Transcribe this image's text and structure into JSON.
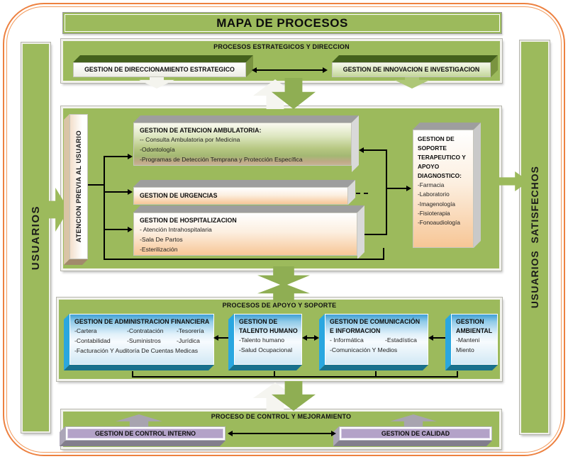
{
  "title": "MAPA DE PROCESOS",
  "left_rail": {
    "label": "USUARIOS"
  },
  "right_rail": {
    "label": "USUARIOS  SATISFECHOS"
  },
  "estrategicos": {
    "header": "PROCESOS ESTRATEGICOS Y DIRECCION",
    "direccionamiento": "GESTION DE DIRECCIONAMIENTO ESTRATEGICO",
    "innovacion": "GESTION DE INNOVACION E INVESTIGACION"
  },
  "misionales": {
    "atencion_previa": "ATENCION PREVIA AL USUARIO",
    "ambulatoria": {
      "title": "GESTION DE ATENCION AMBULATORIA:",
      "items": [
        "-- Consulta Ambulatoria por Medicina",
        "-Odontología",
        "-Programas de Detección Temprana y Protección Específica"
      ]
    },
    "urgencias": {
      "title": "GESTION DE URGENCIAS"
    },
    "hospitalizacion": {
      "title": "GESTION DE HOSPITALIZACION",
      "items": [
        "- Atención Intrahospitalaria",
        "-Sala De Partos",
        "-Esterilización"
      ]
    },
    "soporte": {
      "title": "GESTION DE SOPORTE TERAPEUTICO Y APOYO DIAGNOSTICO:",
      "items": [
        "-Farmacia",
        "-Laboratorio",
        "-Imagenología",
        "-Fisioterapia",
        "-Fonoaudiología"
      ]
    }
  },
  "apoyo": {
    "header": "PROCESOS DE APOYO Y SOPORTE",
    "financiera": {
      "title": "GESTION DE ADMINISTRACION FINANCIERA",
      "r1": [
        "-Cartera",
        "-Contratación",
        "-Tesorería"
      ],
      "r2": [
        "-Contabilidad",
        "-Suministros",
        "-Jurídica"
      ],
      "r3": "-Facturación Y Auditoría De Cuentas Medicas"
    },
    "talento": {
      "title": "GESTION DE TALENTO HUMANO",
      "items": [
        "-Talento humano",
        "-Salud Ocupacional"
      ]
    },
    "comunicacion": {
      "title": "GESTION DE COMUNICACIÓN E INFORMACION",
      "r1": [
        "- Informática",
        "-Estadística"
      ],
      "r2": "-Comunicación Y Medios"
    },
    "ambiental": {
      "title": "GESTION AMBIENTAL",
      "items": [
        "-Manteni",
        "Miento"
      ]
    }
  },
  "control": {
    "header": "PROCESO DE CONTROL Y MEJORAMIENTO",
    "interno": "GESTION DE CONTROL INTERNO",
    "calidad": "GESTION DE CALIDAD"
  },
  "colors": {
    "green": "#9CBA5C",
    "dark_green": "#44611D",
    "orange_border": "#ED8140",
    "blue_face": "#2AA7E0",
    "blue_dark": "#19718D",
    "lavender": "#B3A2C8",
    "peach": "#F7C696",
    "tan": "#C0A584",
    "gray_3d": "#9E9E9E"
  }
}
